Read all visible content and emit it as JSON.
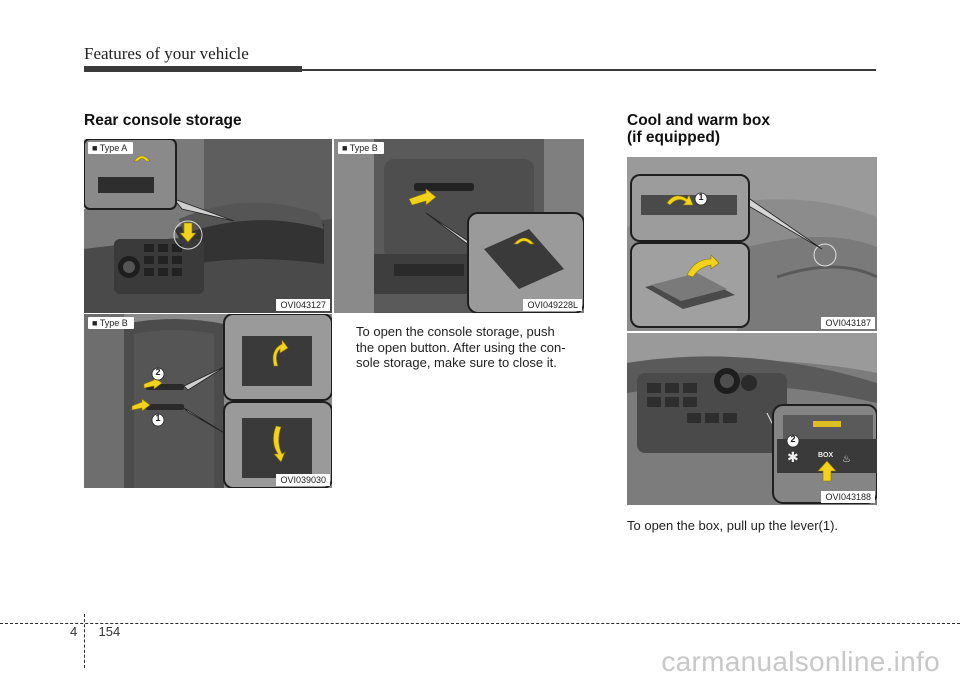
{
  "header": {
    "title": "Features of your vehicle"
  },
  "left_section": {
    "title": "Rear console storage",
    "fig1": {
      "type_label": "■ Type A",
      "code": "OVI043127"
    },
    "fig2": {
      "type_label": "■ Type B",
      "code": "OVI049228L"
    },
    "fig3": {
      "type_label": "■ Type B",
      "code": "OVI039030"
    },
    "body": [
      "To open the console storage, push",
      "the open button. After using the con-",
      "sole storage, make sure to close it."
    ]
  },
  "right_section": {
    "title_line1": "Cool and warm box",
    "title_line2": "(if equipped)",
    "fig4": {
      "code": "OVI043187"
    },
    "fig5": {
      "code": "OVI043188"
    },
    "body": "To open the box, pull up the lever(1).",
    "callout_box_label": "BOX"
  },
  "footer": {
    "chapter": "4",
    "page": "154"
  },
  "watermark": "carmanualsonline.info",
  "callouts": [
    "1",
    "2"
  ],
  "colors": {
    "arrow": "#f2d21b",
    "accent_bar": "#3a3a3a"
  }
}
